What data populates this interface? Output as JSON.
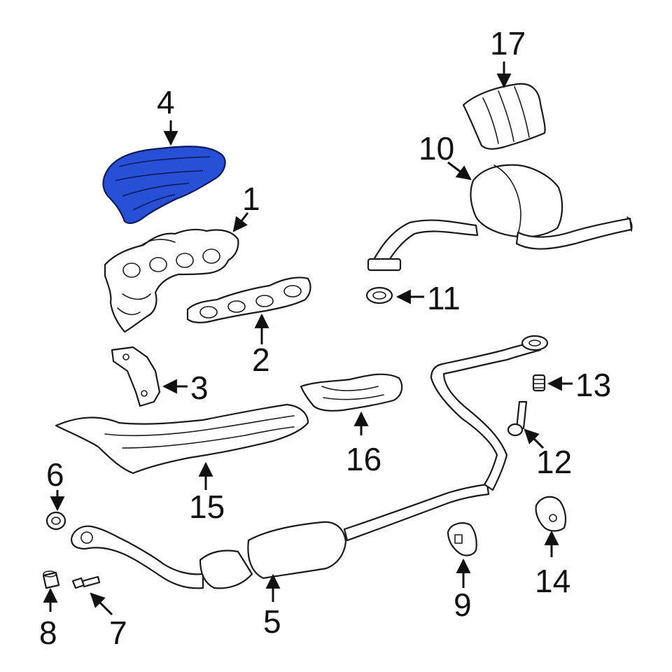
{
  "diagram": {
    "highlight_color": "#2750d6",
    "line_color": "#1a1a1a",
    "background": "#ffffff",
    "callouts": [
      {
        "id": "p1",
        "label": "1"
      },
      {
        "id": "p2",
        "label": "2"
      },
      {
        "id": "p3",
        "label": "3"
      },
      {
        "id": "p4",
        "label": "4"
      },
      {
        "id": "p5",
        "label": "5"
      },
      {
        "id": "p6",
        "label": "6"
      },
      {
        "id": "p7",
        "label": "7"
      },
      {
        "id": "p8",
        "label": "8"
      },
      {
        "id": "p9",
        "label": "9"
      },
      {
        "id": "p10",
        "label": "10"
      },
      {
        "id": "p11",
        "label": "11"
      },
      {
        "id": "p12",
        "label": "12"
      },
      {
        "id": "p13",
        "label": "13"
      },
      {
        "id": "p14",
        "label": "14"
      },
      {
        "id": "p15",
        "label": "15"
      },
      {
        "id": "p16",
        "label": "16"
      },
      {
        "id": "p17",
        "label": "17"
      }
    ]
  }
}
